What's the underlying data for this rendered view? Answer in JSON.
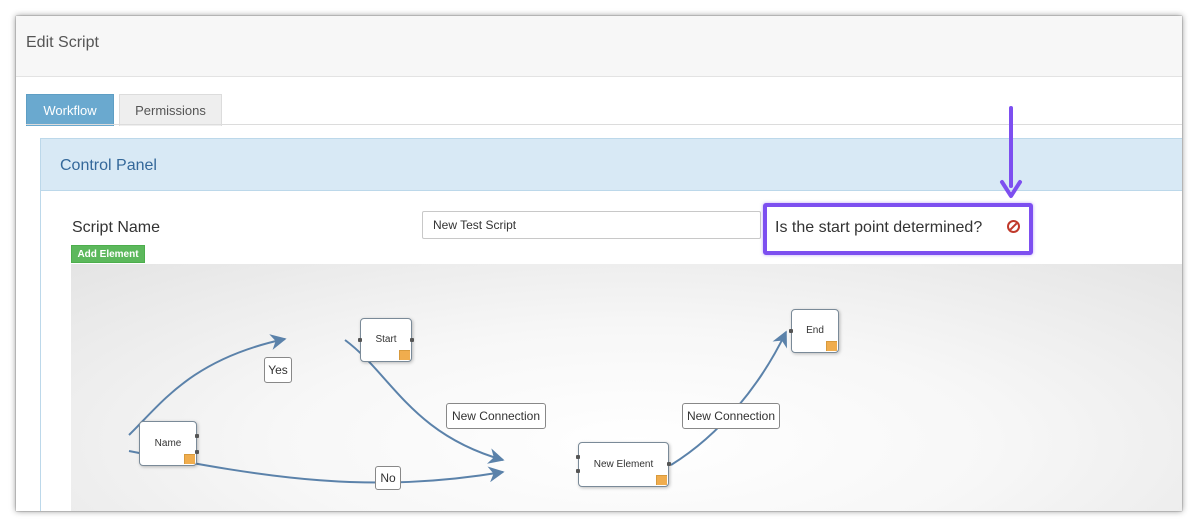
{
  "window": {
    "title": "Edit Script"
  },
  "tabs": [
    {
      "label": "Workflow",
      "active": true
    },
    {
      "label": "Permissions",
      "active": false
    }
  ],
  "control_panel": {
    "title": "Control Panel",
    "script_name_label": "Script Name",
    "script_name_value": "New Test Script",
    "add_element_label": "Add Element",
    "status_question": "Is the start point determined?",
    "status_icon": "prohibited-icon",
    "status_color": "#c0392b",
    "highlight_color": "#7d4ff0"
  },
  "workflow": {
    "nodes": {
      "start": "Start",
      "end": "End",
      "name": "Name",
      "new_element": "New Element"
    },
    "connections": {
      "yes": "Yes",
      "no": "No",
      "new_connection_1": "New Connection",
      "new_connection_2": "New Connection"
    }
  }
}
